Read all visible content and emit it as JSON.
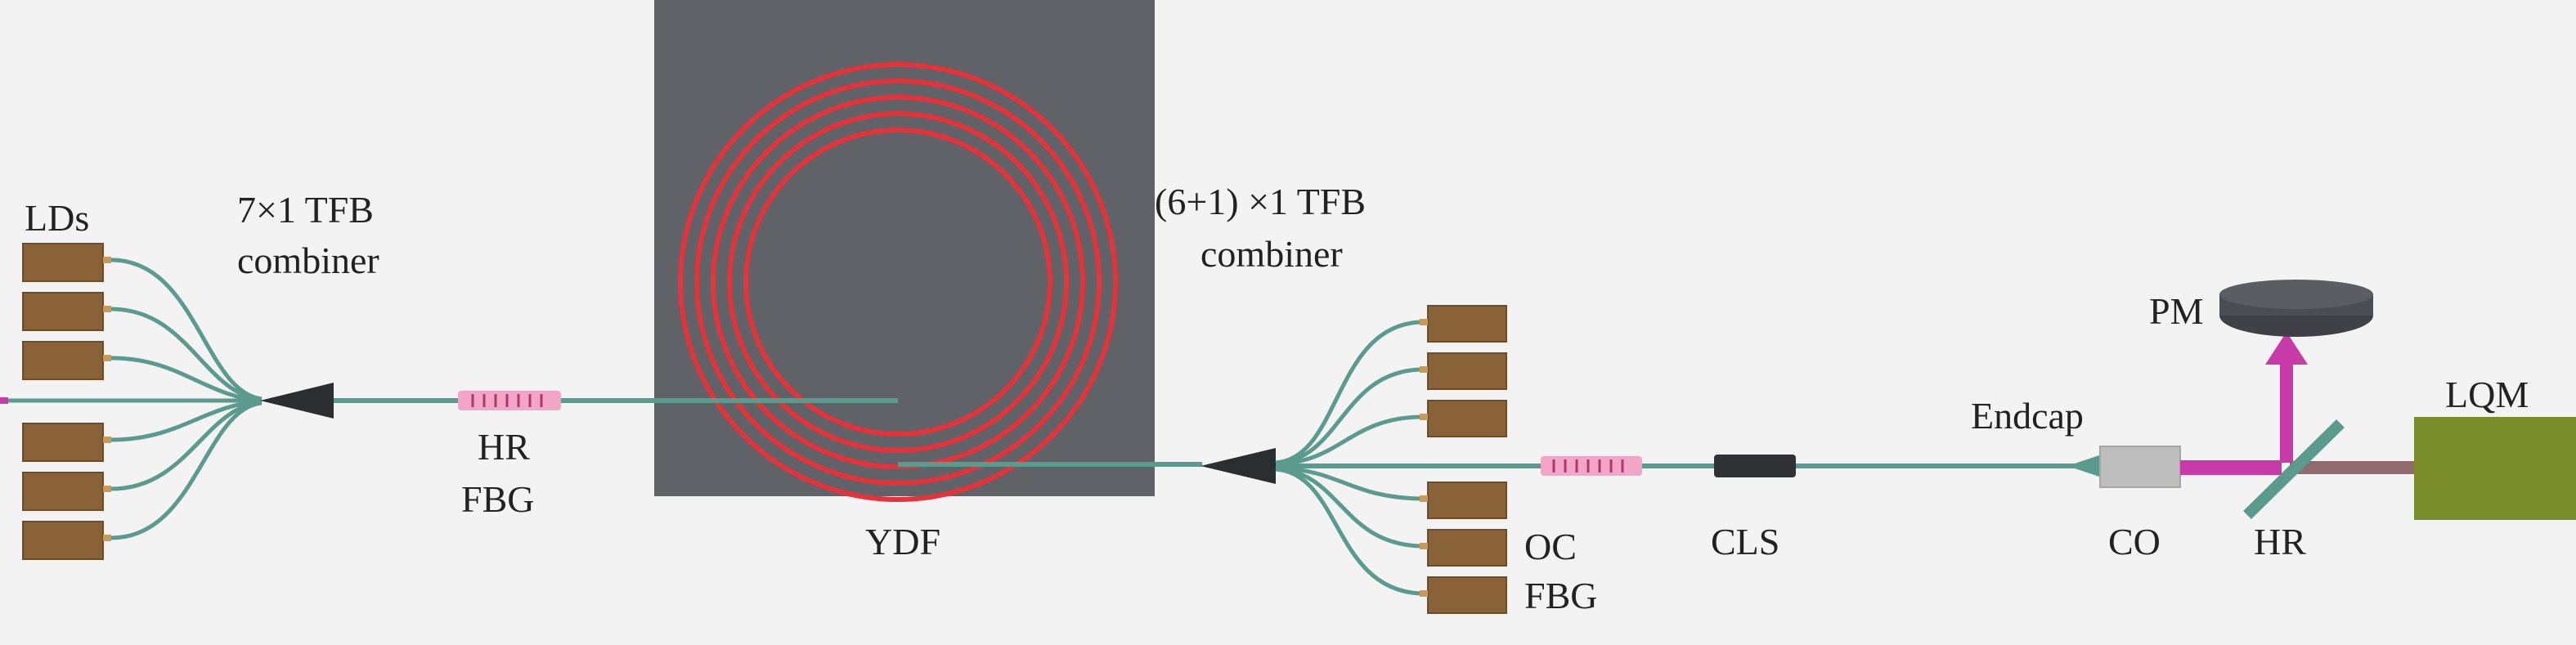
{
  "labels": {
    "lds": "LDs",
    "combiner7_l1": "7×1 TFB",
    "combiner7_l2": "combiner",
    "hr_fbg_l1": "HR",
    "hr_fbg_l2": "FBG",
    "ydf": "YDF",
    "combiner61_l1": "(6+1) ×1 TFB",
    "combiner61_l2": "combiner",
    "oc_fbg_l1": "OC",
    "oc_fbg_l2": "FBG",
    "cls": "CLS",
    "endcap": "Endcap",
    "co": "CO",
    "hr": "HR",
    "pm": "PM",
    "lqm": "LQM"
  },
  "colors": {
    "background": "#f3f3f3",
    "fiber": "#5a9b8e",
    "laser_diode": "#8a6237",
    "diode_lead": "#c79a5a",
    "combiner": "#2b2e31",
    "ydf_box": "#5f6266",
    "ydf_coil": "#e8323a",
    "fbg": "#f2a6c6",
    "fbg_lines": "#b0356a",
    "cls": "#303236",
    "endcap": "#bdbdbd",
    "beam": "#c73aa8",
    "mirror": "#5a9b8e",
    "power_meter": "#4a4d52",
    "lqm": "#7b8c2a"
  }
}
